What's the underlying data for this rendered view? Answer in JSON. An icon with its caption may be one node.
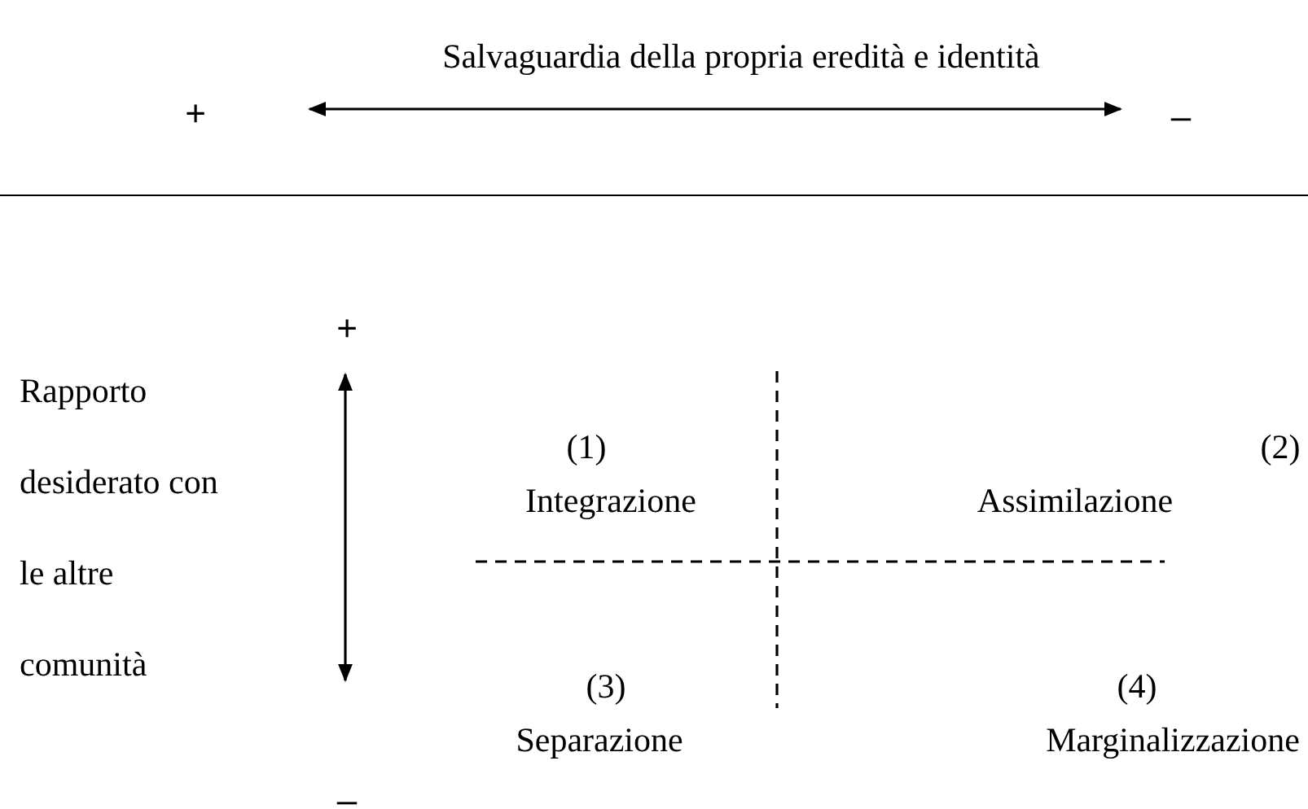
{
  "diagram": {
    "labels": [
      "Salvaguardia della propria eredità e identità",
      "+",
      "–",
      "+",
      "Rapporto desiderato con le altre comunità",
      "(1)",
      "(2)",
      "Integrazione",
      "Assimilazione",
      "(3)",
      "(4)",
      "Separazione",
      "Marginalizzazione",
      "–"
    ]
  }
}
